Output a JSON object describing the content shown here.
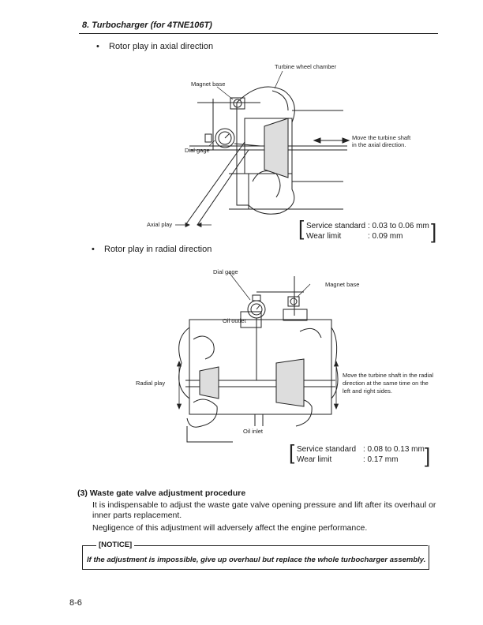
{
  "header": {
    "section_title": "8. Turbocharger (for 4TNE106T)"
  },
  "axial": {
    "bullet": "Rotor play in axial direction",
    "labels": {
      "turbine_wheel_chamber": "Turbine wheel chamber",
      "magnet_base": "Magnet base",
      "dial_gage": "Dial gage",
      "move_shaft_line1": "Move the turbine shaft",
      "move_shaft_line2": "in the axial direction.",
      "axial_play": "Axial play"
    },
    "spec": {
      "service_standard_label": "Service standard",
      "service_standard_value": ": 0.03 to 0.06 mm",
      "wear_limit_label": "Wear limit",
      "wear_limit_value": ": 0.09 mm"
    }
  },
  "radial": {
    "bullet": "Rotor play in radial direction",
    "labels": {
      "dial_gage": "Dial gage",
      "magnet_base": "Magnet base",
      "oil_outlet": "Oil outlet",
      "radial_play": "Radial play",
      "move_line1": "Move the turbine shaft in the radial",
      "move_line2": "direction at the same time on the",
      "move_line3": "left and right sides.",
      "oil_inlet": "Oil inlet"
    },
    "spec": {
      "service_standard_label": "Service standard",
      "service_standard_value": ": 0.08 to 0.13 mm",
      "wear_limit_label": "Wear limit",
      "wear_limit_value": ": 0.17 mm"
    }
  },
  "procedure": {
    "title": "(3)  Waste gate valve adjustment procedure",
    "line1": "It is indispensable to adjust the waste gate valve opening pressure and lift after its overhaul or",
    "line2": "inner parts replacement.",
    "line3": "Negligence of this adjustment will adversely affect the engine performance."
  },
  "notice": {
    "title": "[NOTICE]",
    "body": "If the adjustment is impossible, give up overhaul but replace the whole turbocharger assembly."
  },
  "footer": {
    "page_number": "8-6"
  }
}
